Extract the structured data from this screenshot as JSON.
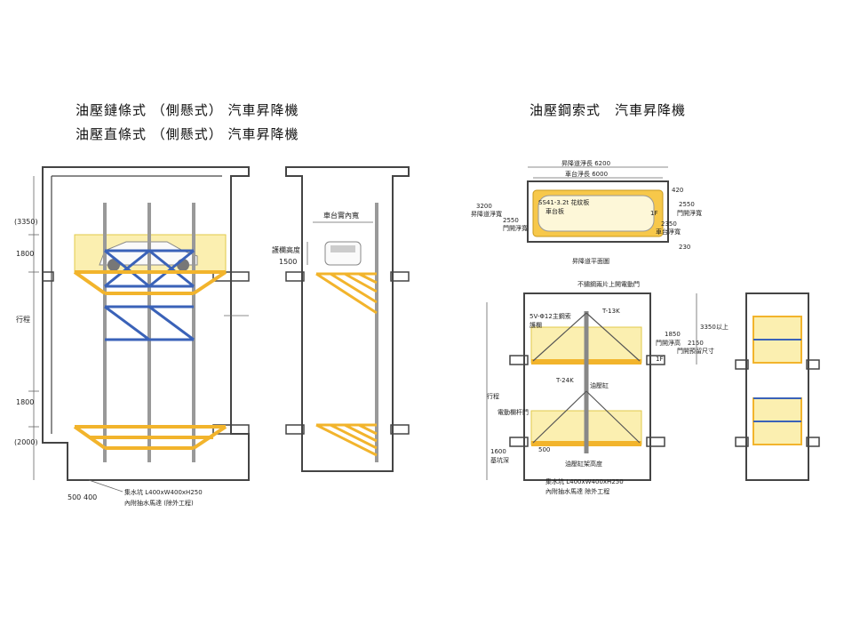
{
  "titles": {
    "chain": "油壓鏈條式 （側懸式） 汽車昇降機",
    "direct": "油壓直條式 （側懸式） 汽車昇降機",
    "cable": "油壓鋼索式　汽車昇降機"
  },
  "left_diagram": {
    "dim_3350": "(3350)",
    "dim_1800_top": "1800",
    "travel": "行程",
    "dim_1800_bottom": "1800",
    "dim_2000": "(2000)",
    "dim_500": "500",
    "dim_400": "400",
    "sump_line1": "集水坑 L400xW400xH250",
    "sump_line2": "內附抽水馬達 (除外工程)"
  },
  "middle_diagram": {
    "platform_width": "車台實內寬",
    "guard_height_line1": "護欄高度",
    "guard_height_line2": "1500"
  },
  "plan_view": {
    "shaft_length": "昇降道淨長 6200",
    "platform_length": "車台淨長 6000",
    "dim_420": "420",
    "dim_3200": "3200",
    "shaft_width": "昇降道淨寬",
    "dim_2550_l": "2550",
    "door_width_l": "門開淨寬",
    "plate": "SS41-3.2t 花紋板",
    "platform": "車台板",
    "floor": "1F",
    "dim_2550_r": "2550",
    "door_width_r": "門開淨寬",
    "dim_2350": "2350",
    "platform_width": "車台淨寬",
    "dim_230": "230",
    "plan_title": "昇降道平面圖"
  },
  "section_view": {
    "door_note": "不鏽鋼兩片上開電動門",
    "cable_note": "5V-Φ12主鋼索",
    "guard": "護欄",
    "t13k": "T-13K",
    "dim_3350": "3350以上",
    "dim_1850": "1850",
    "door_height": "門開淨高",
    "dim_2150": "2150",
    "door_frame": "門開預留尺寸",
    "floor": "1F",
    "t24k": "T-24K",
    "cylinder": "油壓缸",
    "travel": "行程",
    "gate_bar": "電動欄杆門",
    "dim_1600": "1600",
    "pit_depth": "基坑深",
    "dim_500": "500",
    "cylinder_height": "油壓缸架高度",
    "sump_line1": "集水坑 L400xW400xH250",
    "sump_line2": "內附抽水馬達 除外工程"
  },
  "colors": {
    "frame_yellow": "#f2b42c",
    "beam_blue": "#3a62b8",
    "wall": "#444444",
    "pale_yellow": "#fbefb0"
  }
}
